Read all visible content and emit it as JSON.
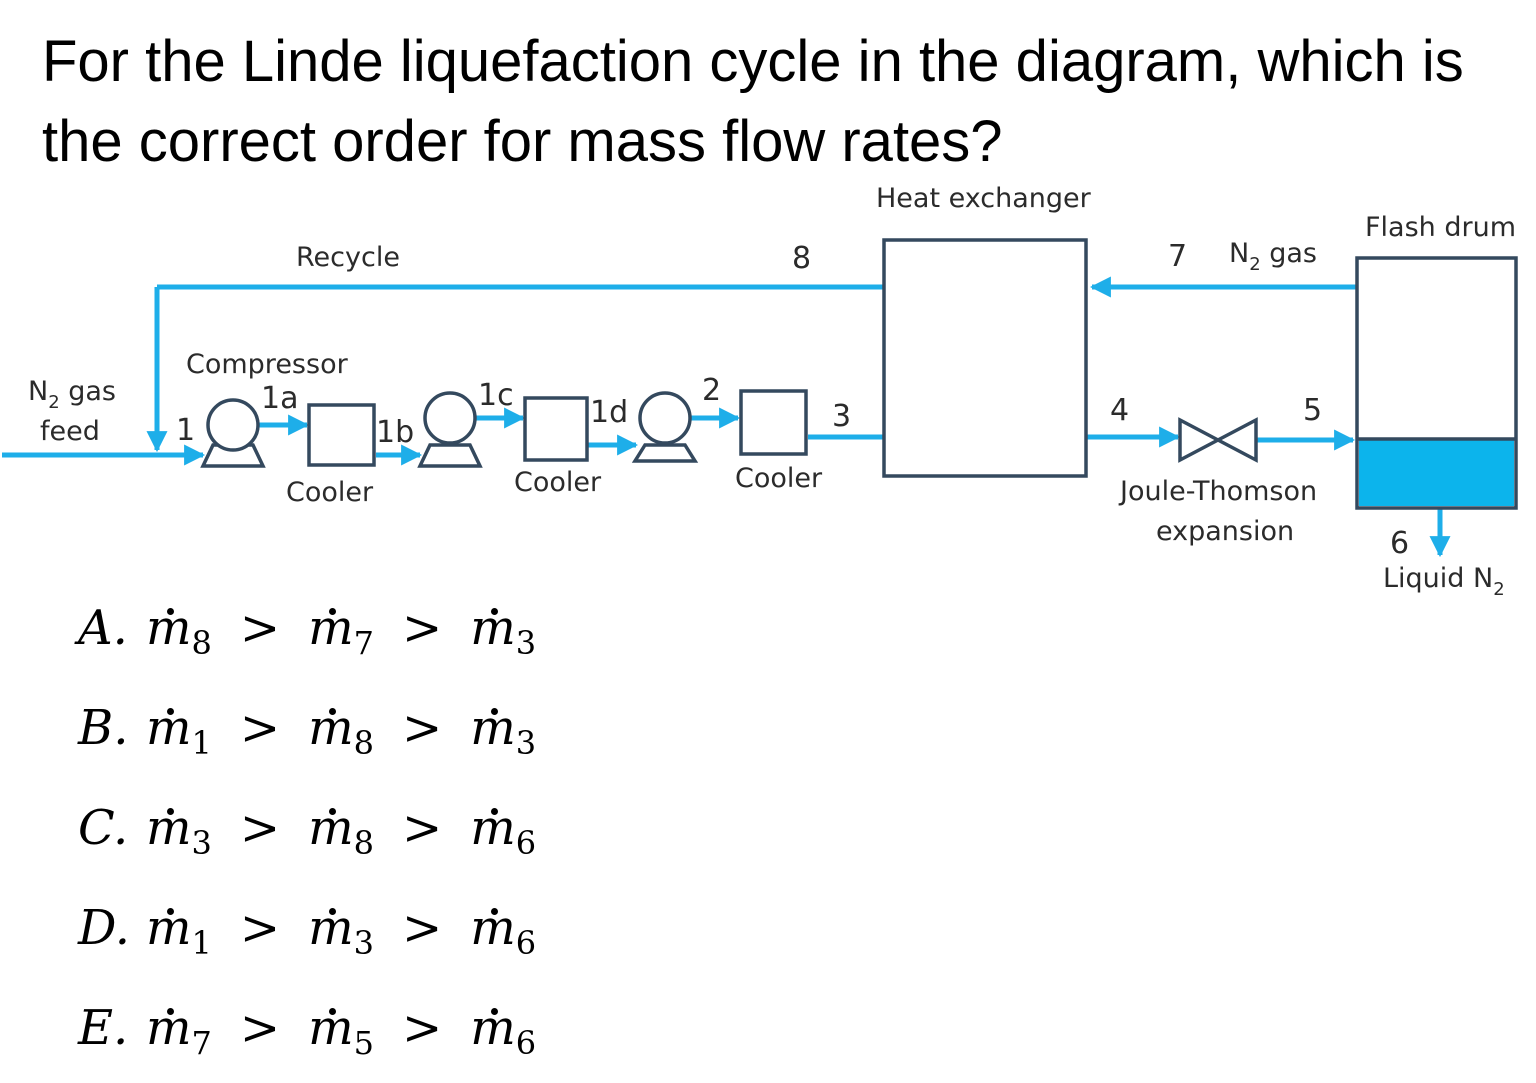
{
  "question": "For the Linde liquefaction cycle in the diagram, which is the correct order for mass flow rates?",
  "diagram": {
    "labels": {
      "heat_exchanger": "Heat exchanger",
      "flash_drum": "Flash drum",
      "recycle": "Recycle",
      "compressor": "Compressor",
      "feed_line1": "N",
      "feed_sub": "2",
      "feed_line1_rest": " gas",
      "feed_line2": "feed",
      "gas7_main": "N",
      "gas7_sub": "2",
      "gas7_rest": " gas",
      "cooler1": "Cooler",
      "cooler2": "Cooler",
      "cooler3": "Cooler",
      "jt_line1": "Joule-Thomson",
      "jt_line2": "expansion",
      "liquid_main": "Liquid N",
      "liquid_sub": "2"
    },
    "streams": {
      "s1": "1",
      "s1a": "1a",
      "s1b": "1b",
      "s1c": "1c",
      "s1d": "1d",
      "s2": "2",
      "s3": "3",
      "s4": "4",
      "s5": "5",
      "s6": "6",
      "s7": "7",
      "s8": "8"
    },
    "colors": {
      "stream": "#1eaee9",
      "equipment": "#34495e",
      "liquid": "#0cb4ec"
    }
  },
  "options": [
    {
      "letter": "A.",
      "terms": [
        {
          "var": "m",
          "sub": "8"
        },
        {
          "var": "m",
          "sub": "7"
        },
        {
          "var": "m",
          "sub": "3"
        }
      ],
      "op": ">"
    },
    {
      "letter": "B.",
      "terms": [
        {
          "var": "m",
          "sub": "1"
        },
        {
          "var": "m",
          "sub": "8"
        },
        {
          "var": "m",
          "sub": "3"
        }
      ],
      "op": ">"
    },
    {
      "letter": "C.",
      "terms": [
        {
          "var": "m",
          "sub": "3"
        },
        {
          "var": "m",
          "sub": "8"
        },
        {
          "var": "m",
          "sub": "6"
        }
      ],
      "op": ">"
    },
    {
      "letter": "D.",
      "terms": [
        {
          "var": "m",
          "sub": "1"
        },
        {
          "var": "m",
          "sub": "3"
        },
        {
          "var": "m",
          "sub": "6"
        }
      ],
      "op": ">"
    },
    {
      "letter": "E.",
      "terms": [
        {
          "var": "m",
          "sub": "7"
        },
        {
          "var": "m",
          "sub": "5"
        },
        {
          "var": "m",
          "sub": "6"
        }
      ],
      "op": ">"
    }
  ]
}
